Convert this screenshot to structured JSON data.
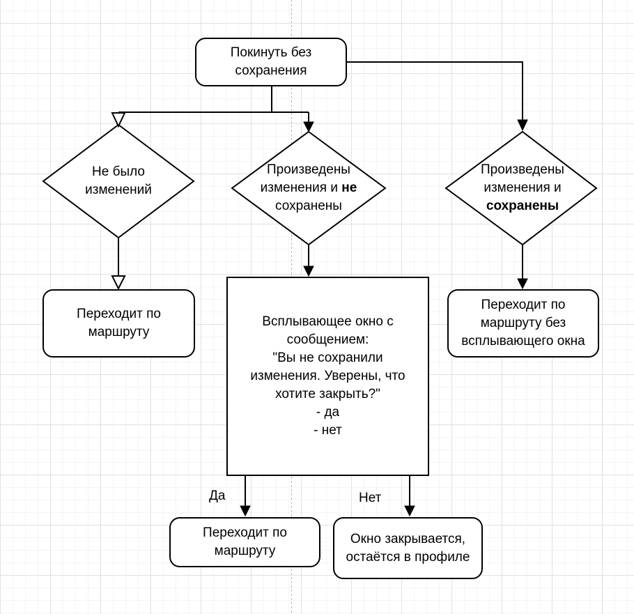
{
  "diagram": {
    "nodes": {
      "start": {
        "text": "Покинуть без\nсохранения"
      },
      "no_changes": {
        "line1": "Не было",
        "line2": "изменений"
      },
      "unsaved": {
        "line1": "Произведены",
        "line2_plain": "изменения и",
        "line2_bold": "не",
        "line3": "сохранены"
      },
      "saved": {
        "line1": "Произведены",
        "line2": "изменения и",
        "line3_bold": "сохранены"
      },
      "route_left": {
        "text": "Переходит по\nмаршруту"
      },
      "popup": {
        "text": "Всплывающее окно с\nсообщением:\n\"Вы не сохранили\nизменения. Уверены, что\nхотите закрыть?\"\n- да\n- нет"
      },
      "route_no_popup": {
        "text": "Переходит по\nмаршруту без\nвсплывающего окна"
      },
      "route_yes": {
        "text": "Переходит по\nмаршруту"
      },
      "window_closes": {
        "text": "Окно закрывается,\nостаётся в профиле"
      }
    },
    "edge_labels": {
      "yes": "Да",
      "no": "Нет"
    },
    "colors": {
      "stroke": "#000000",
      "node_fill": "#ffffff",
      "guide_line": "#b0b0b0",
      "grid_minor": "#f4f4f4",
      "grid_major": "#e0e0e0"
    }
  }
}
